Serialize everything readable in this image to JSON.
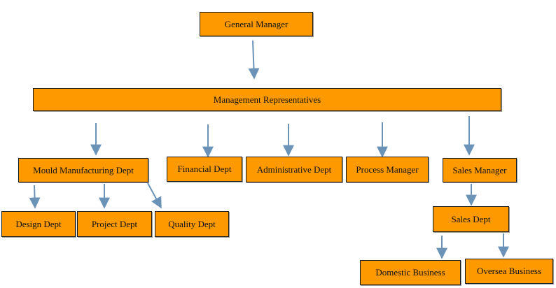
{
  "colors": {
    "box_fill": "#ff9900",
    "box_border": "#1a1a1a",
    "arrow": "#6b93b8"
  },
  "nodes": {
    "general_manager": "General Manager",
    "management_representatives": "Management Representatives",
    "mould_manufacturing_dept": "Mould Manufacturing Dept",
    "financial_dept": "Financial Dept",
    "administrative_dept": "Administrative Dept",
    "process_manager": "Process Manager",
    "sales_manager": "Sales Manager",
    "design_dept": "Design Dept",
    "project_dept": "Project Dept",
    "quality_dept": "Quality Dept",
    "sales_dept": "Sales Dept",
    "domestic_business": "Domestic Business",
    "oversea_business": "Oversea Business"
  },
  "edges": [
    [
      "general_manager",
      "management_representatives"
    ],
    [
      "management_representatives",
      "mould_manufacturing_dept"
    ],
    [
      "management_representatives",
      "financial_dept"
    ],
    [
      "management_representatives",
      "administrative_dept"
    ],
    [
      "management_representatives",
      "process_manager"
    ],
    [
      "management_representatives",
      "sales_manager"
    ],
    [
      "mould_manufacturing_dept",
      "design_dept"
    ],
    [
      "mould_manufacturing_dept",
      "project_dept"
    ],
    [
      "mould_manufacturing_dept",
      "quality_dept"
    ],
    [
      "sales_manager",
      "sales_dept"
    ],
    [
      "sales_dept",
      "domestic_business"
    ],
    [
      "sales_dept",
      "oversea_business"
    ]
  ]
}
